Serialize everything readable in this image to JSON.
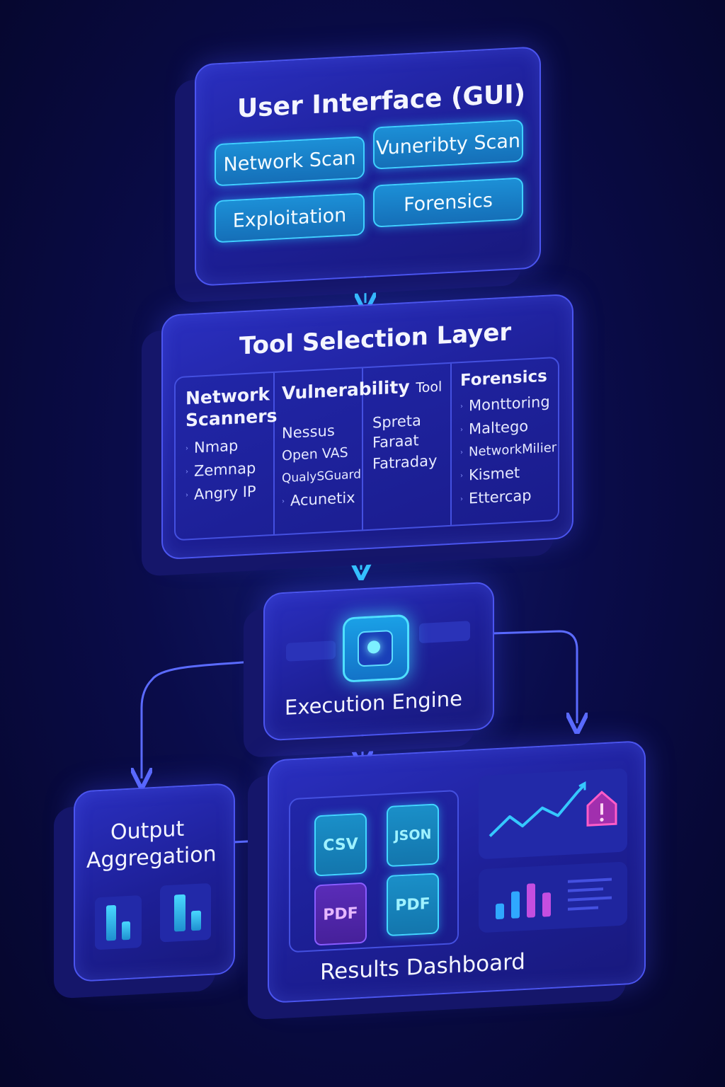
{
  "gui": {
    "title": "User Interface (GUI)",
    "buttons": [
      "Network Scan",
      "Vuneribty Scan",
      "Exploitation",
      "Forensics"
    ]
  },
  "tool_selection": {
    "title": "Tool Selection Layer",
    "network": {
      "head_line1": "Network",
      "head_line2": "Scanners",
      "items": [
        "Nmap",
        "Zemnap",
        "Angry IP"
      ]
    },
    "vuln": {
      "head": "Vulnerability",
      "head_suffix": "Tool",
      "items": [
        "Nessus",
        "Open VAS",
        "QualySGuard",
        "Acunetix"
      ]
    },
    "vuln2": {
      "items": [
        "Spreta",
        "Faraat",
        "Fatraday"
      ]
    },
    "forensics": {
      "head": "Forensics",
      "items": [
        "Monttoring",
        "Maltego",
        "NetworkMilier",
        "Kismet",
        "Ettercap"
      ]
    }
  },
  "execution": {
    "title": "Execution Engine"
  },
  "output": {
    "title_line1": "Output",
    "title_line2": "Aggregation"
  },
  "dashboard": {
    "title": "Results Dashboard",
    "files": [
      "CSV",
      "JSON",
      "PDF",
      "PDF"
    ],
    "icons": [
      "chart-line-icon",
      "alert-icon",
      "bar-chart-icon",
      "document-icon"
    ]
  },
  "colors": {
    "accent": "#3fd0ff",
    "panel": "#1d1f96",
    "border": "#4b55f0",
    "background": "#0a0c4a",
    "alert": "#ff5cc8"
  }
}
